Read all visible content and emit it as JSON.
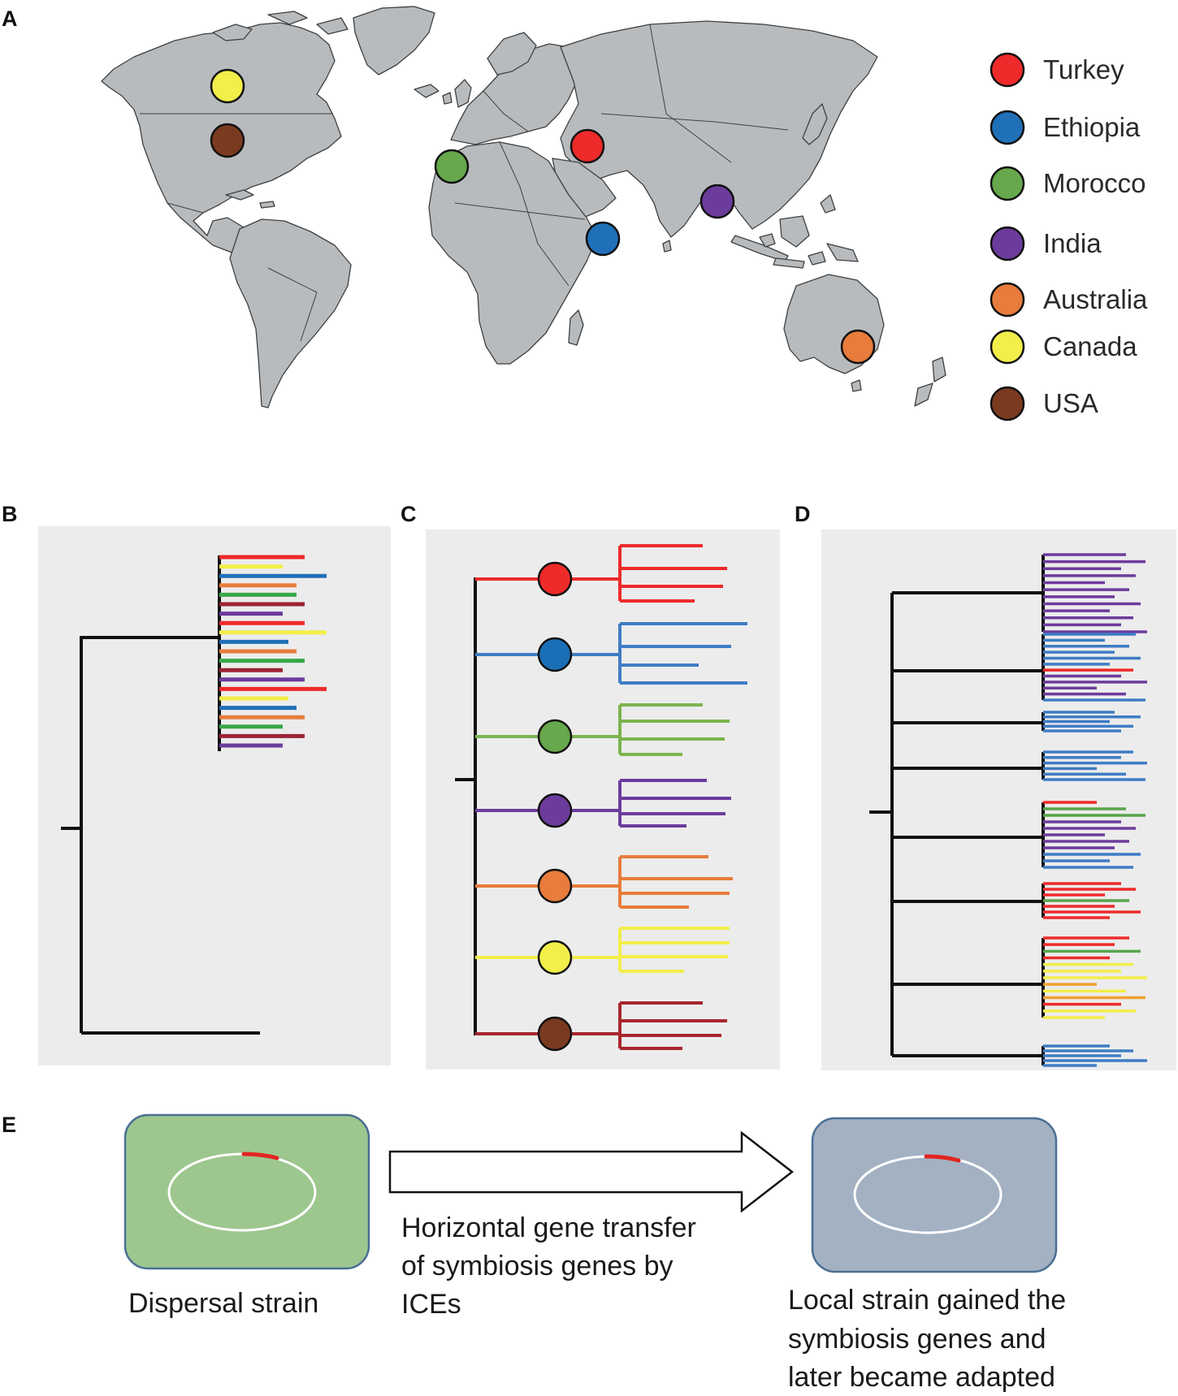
{
  "panels": {
    "a": "A",
    "b": "B",
    "c": "C",
    "d": "D",
    "e": "E"
  },
  "colors": {
    "turkey": "#ee2a2a",
    "ethiopia": "#2070b8",
    "morocco": "#66a84b",
    "india": "#6c3c9c",
    "australia": "#e77c3c",
    "canada": "#f2ee4a",
    "usa": "#7a3a20",
    "land": "#b8bbbe",
    "panel_bg": "#ececec"
  },
  "legend": [
    {
      "label": "Turkey",
      "color": "#ee2a2a"
    },
    {
      "label": "Ethiopia",
      "color": "#2070b8"
    },
    {
      "label": "Morocco",
      "color": "#66a84b"
    },
    {
      "label": "India",
      "color": "#6c3c9c"
    },
    {
      "label": "Australia",
      "color": "#e77c3c"
    },
    {
      "label": "Canada",
      "color": "#f2ee4a"
    },
    {
      "label": "USA",
      "color": "#7a3a20"
    }
  ],
  "panel_e": {
    "dispersal_caption": "Dispersal strain",
    "transfer_lines": [
      "Horizontal gene transfer",
      "of symbiosis genes by",
      "ICEs"
    ],
    "local_lines": [
      "Local strain gained the",
      "symbiosis genes and",
      "later became adapted"
    ],
    "dispersal_cell_color": "#9dc78f",
    "local_cell_color": "#a3b1c3"
  }
}
